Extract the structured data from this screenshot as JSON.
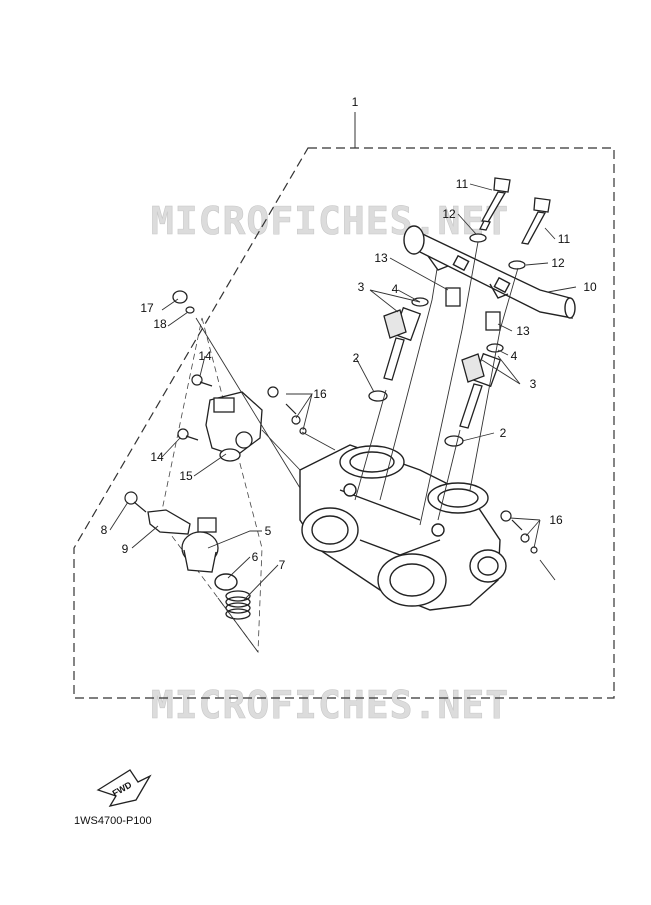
{
  "watermark": {
    "text": "MICROFICHES.NET"
  },
  "callouts": [
    "1",
    "2",
    "2",
    "3",
    "3",
    "4",
    "4",
    "5",
    "6",
    "7",
    "8",
    "9",
    "10",
    "11",
    "11",
    "12",
    "12",
    "13",
    "13",
    "14",
    "14",
    "15",
    "16",
    "16",
    "17",
    "18"
  ],
  "fwd_label": "FWD",
  "diagram_code": "1WS4700-P100",
  "colors": {
    "line": "#1a1a1a",
    "watermark": "#d9d9d9",
    "background": "#ffffff"
  }
}
